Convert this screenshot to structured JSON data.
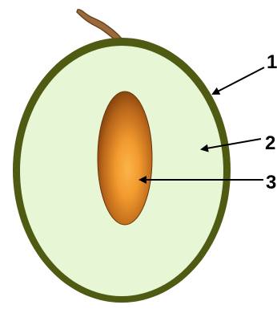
{
  "diagram": {
    "callouts": [
      {
        "number": "1"
      },
      {
        "number": "2"
      },
      {
        "number": "3"
      }
    ]
  },
  "colors": {
    "skin": "#4f5a12",
    "flesh": "#e7f7d6",
    "seed_center": "#f99a2f",
    "seed_edge": "#7a3d0a",
    "stem": "#9a6a3a",
    "arrow": "#000000"
  }
}
